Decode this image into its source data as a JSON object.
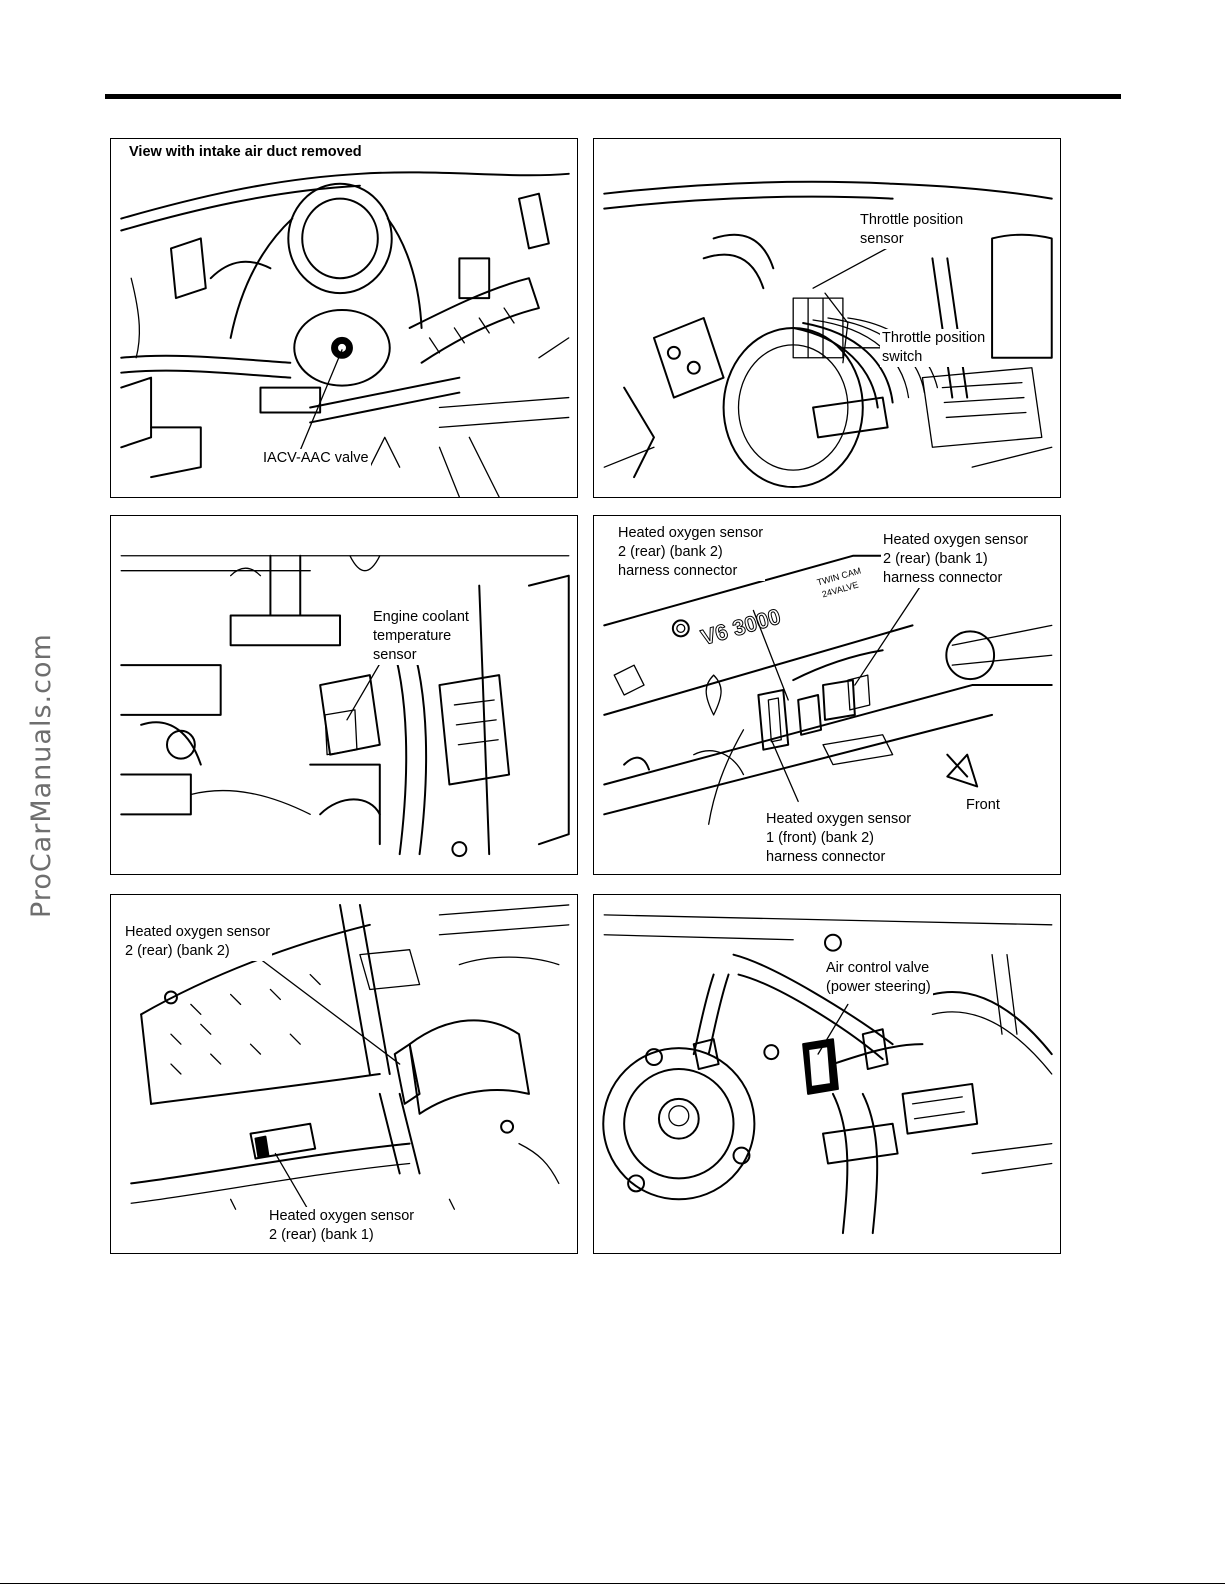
{
  "watermark": "ProCarManuals.com",
  "panels": [
    {
      "title": "View with intake air duct removed",
      "labels": [
        [
          "IACV-AAC valve"
        ]
      ]
    },
    {
      "labels": [
        [
          "Throttle position",
          "sensor"
        ],
        [
          "Throttle position",
          "switch"
        ]
      ]
    },
    {
      "labels": [
        [
          "Engine coolant",
          "temperature",
          "sensor"
        ]
      ]
    },
    {
      "labels": [
        [
          "Heated oxygen sensor",
          "2 (rear) (bank 2)",
          "harness connector"
        ],
        [
          "Heated oxygen sensor",
          "2 (rear) (bank 1)",
          "harness connector"
        ],
        [
          "Heated oxygen sensor",
          "1 (front) (bank 2)",
          "harness connector"
        ],
        [
          "Front"
        ]
      ],
      "engraving": [
        "V6 3000",
        "TWIN CAM",
        "24VALVE"
      ]
    },
    {
      "labels": [
        [
          "Heated oxygen sensor",
          "2 (rear) (bank 2)"
        ],
        [
          "Heated oxygen sensor",
          "2 (rear) (bank 1)"
        ]
      ]
    },
    {
      "labels": [
        [
          "Air control valve",
          "(power steering)"
        ]
      ]
    }
  ]
}
